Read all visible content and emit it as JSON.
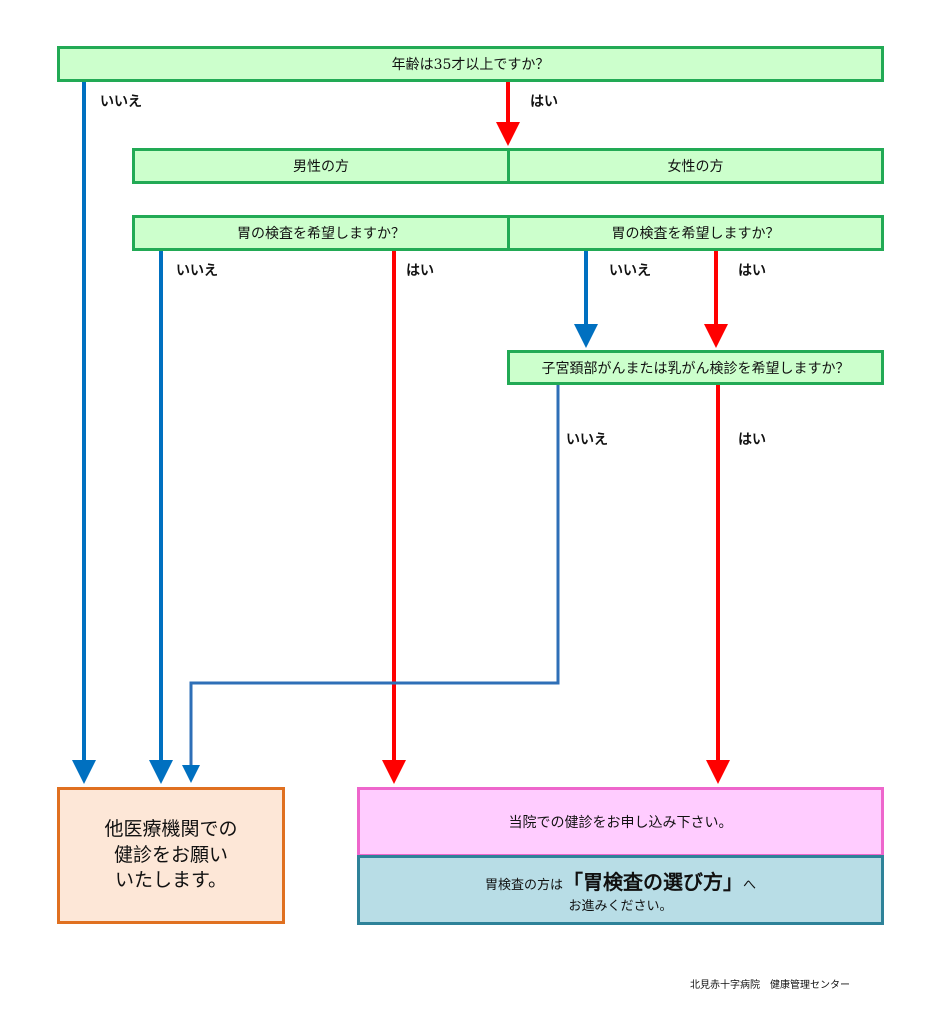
{
  "q_age": "年齢は35才以上ですか？",
  "age_no": "いいえ",
  "age_yes": "はい",
  "male": "男性の方",
  "female": "女性の方",
  "q_stomach_male": "胃の検査を希望しますか？",
  "q_stomach_female": "胃の検査を希望しますか？",
  "male_no": "いいえ",
  "male_yes": "はい",
  "female_no": "いいえ",
  "female_yes": "はい",
  "q_cancer": "子宮頚部がんまたは乳がん検診を希望しますか？",
  "cancer_no": "いいえ",
  "cancer_yes": "はい",
  "other_line1": "他医療機関での",
  "other_line2": "健診をお願い",
  "other_line3": "いたします。",
  "apply": "当院での健診をお申し込み下さい。",
  "stomach_prefix": "胃検査の方は",
  "stomach_link": "「胃検査の選び方」",
  "stomach_suffix": "へ",
  "stomach_line2": "お進みください。",
  "footer": "北見赤十字病院　健康管理センター",
  "colors": {
    "no_arrow": "#0070c0",
    "yes_arrow": "#ff0000",
    "box_green": "#22aa55"
  }
}
